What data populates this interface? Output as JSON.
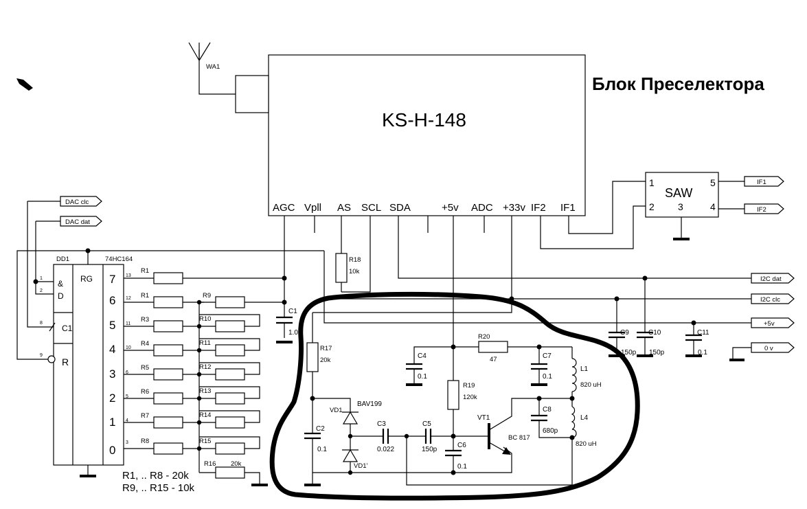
{
  "title": "Блок Преселектора",
  "tuner": {
    "name": "KS-H-148",
    "pins": [
      "AGC",
      "Vpll",
      "AS",
      "SCL",
      "SDA",
      "+5v",
      "ADC",
      "+33v",
      "IF2",
      "IF1"
    ]
  },
  "antenna": "WA1",
  "saw": {
    "name": "SAW",
    "pins": [
      "1",
      "5",
      "2",
      "3",
      "4"
    ]
  },
  "ports": {
    "if1": "IF1",
    "if2": "IF2",
    "dac_clc": "DAC clc",
    "dac_dat": "DAC dat",
    "i2c_dat": "I2C dat",
    "i2c_clc": "I2C clc",
    "p5v": "+5v",
    "zero_v": "0 v"
  },
  "shift_register": {
    "ref": "DD1",
    "part": "74HC164",
    "rg": "RG",
    "amp": "&",
    "d": "D",
    "c1": "C1",
    "r": "R",
    "in_pins": [
      "1",
      "2",
      "8",
      "9"
    ],
    "outputs": [
      "7",
      "6",
      "5",
      "4",
      "3",
      "2",
      "1",
      "0"
    ],
    "out_pins": [
      "13",
      "12",
      "11",
      "10",
      "6",
      "5",
      "4",
      "3"
    ]
  },
  "dac": {
    "r_series": [
      "R1",
      "R1",
      "R3",
      "R4",
      "R5",
      "R6",
      "R7",
      "R8"
    ],
    "r_ladder": [
      "R9",
      "R10",
      "R11",
      "R12",
      "R13",
      "R14",
      "R15"
    ],
    "r16": "R16",
    "r16_val": "20k",
    "note1": "R1, .. R8   - 20k",
    "note2": "R9, .. R15 - 10k"
  },
  "components": {
    "r18": "R18",
    "r18_val": "10k",
    "c1": "C1",
    "c1_val": "1.0",
    "r17": "R17",
    "r17_val": "20k",
    "c2": "C2",
    "c2_val": "0.1",
    "vd1": "VD1",
    "vd1_part": "BAV199",
    "vd1b": "VD1'",
    "c3": "C3",
    "c3_val": "0.022",
    "c5": "C5",
    "c5_val": "150p",
    "c6": "C6",
    "c6_val": "0.1",
    "c4": "C4",
    "c4_val": "0.1",
    "r19": "R19",
    "r19_val": "120k",
    "r20": "R20",
    "r20_val": "47",
    "c7": "C7",
    "c7_val": "0.1",
    "l1": "L1",
    "l1_val": "820 uH",
    "c8": "C8",
    "c8_val": "680p",
    "l4": "L4",
    "l4_val": "820 uH",
    "vt1": "VT1",
    "vt1_part": "BC 817",
    "c9": "C9",
    "c9_val": "150p",
    "c10": "C10",
    "c10_val": "150p",
    "c11": "C11",
    "c11_val": "0.1"
  }
}
